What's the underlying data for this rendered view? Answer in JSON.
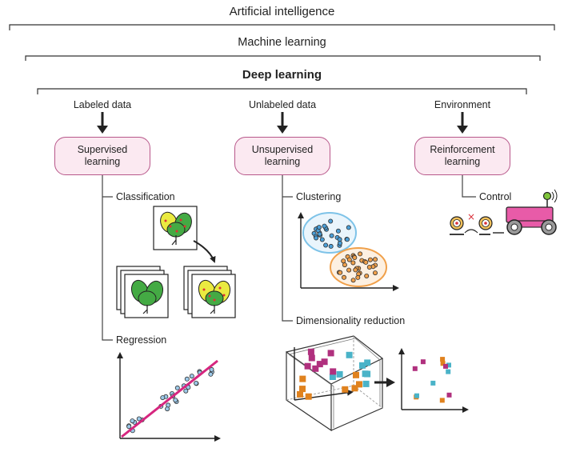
{
  "hierarchy": {
    "ai": "Artificial intelligence",
    "ml": "Machine learning",
    "dl": "Deep learning"
  },
  "inputs": {
    "labeled": "Labeled data",
    "unlabeled": "Unlabeled data",
    "environment": "Environment"
  },
  "paradigms": {
    "supervised": "Supervised learning",
    "unsupervised": "Unsupervised learning",
    "reinforcement": "Reinforcement learning"
  },
  "tasks": {
    "classification": "Classification",
    "regression": "Regression",
    "clustering": "Clustering",
    "dimensionality": "Dimensionality reduction",
    "control": "Control"
  },
  "colors": {
    "box_fill": "#fbe9f1",
    "box_border": "#b8578a",
    "cluster_blue": "#4a9fd8",
    "cluster_orange": "#f0a04a",
    "cube_magenta": "#b0307e",
    "cube_cyan": "#4ab3c8",
    "cube_orange": "#e0821e",
    "regression_line": "#d6267f",
    "leaf_green": "#44aa44",
    "leaf_yellow": "#eaea40",
    "robot_pink": "#e85ba8"
  }
}
